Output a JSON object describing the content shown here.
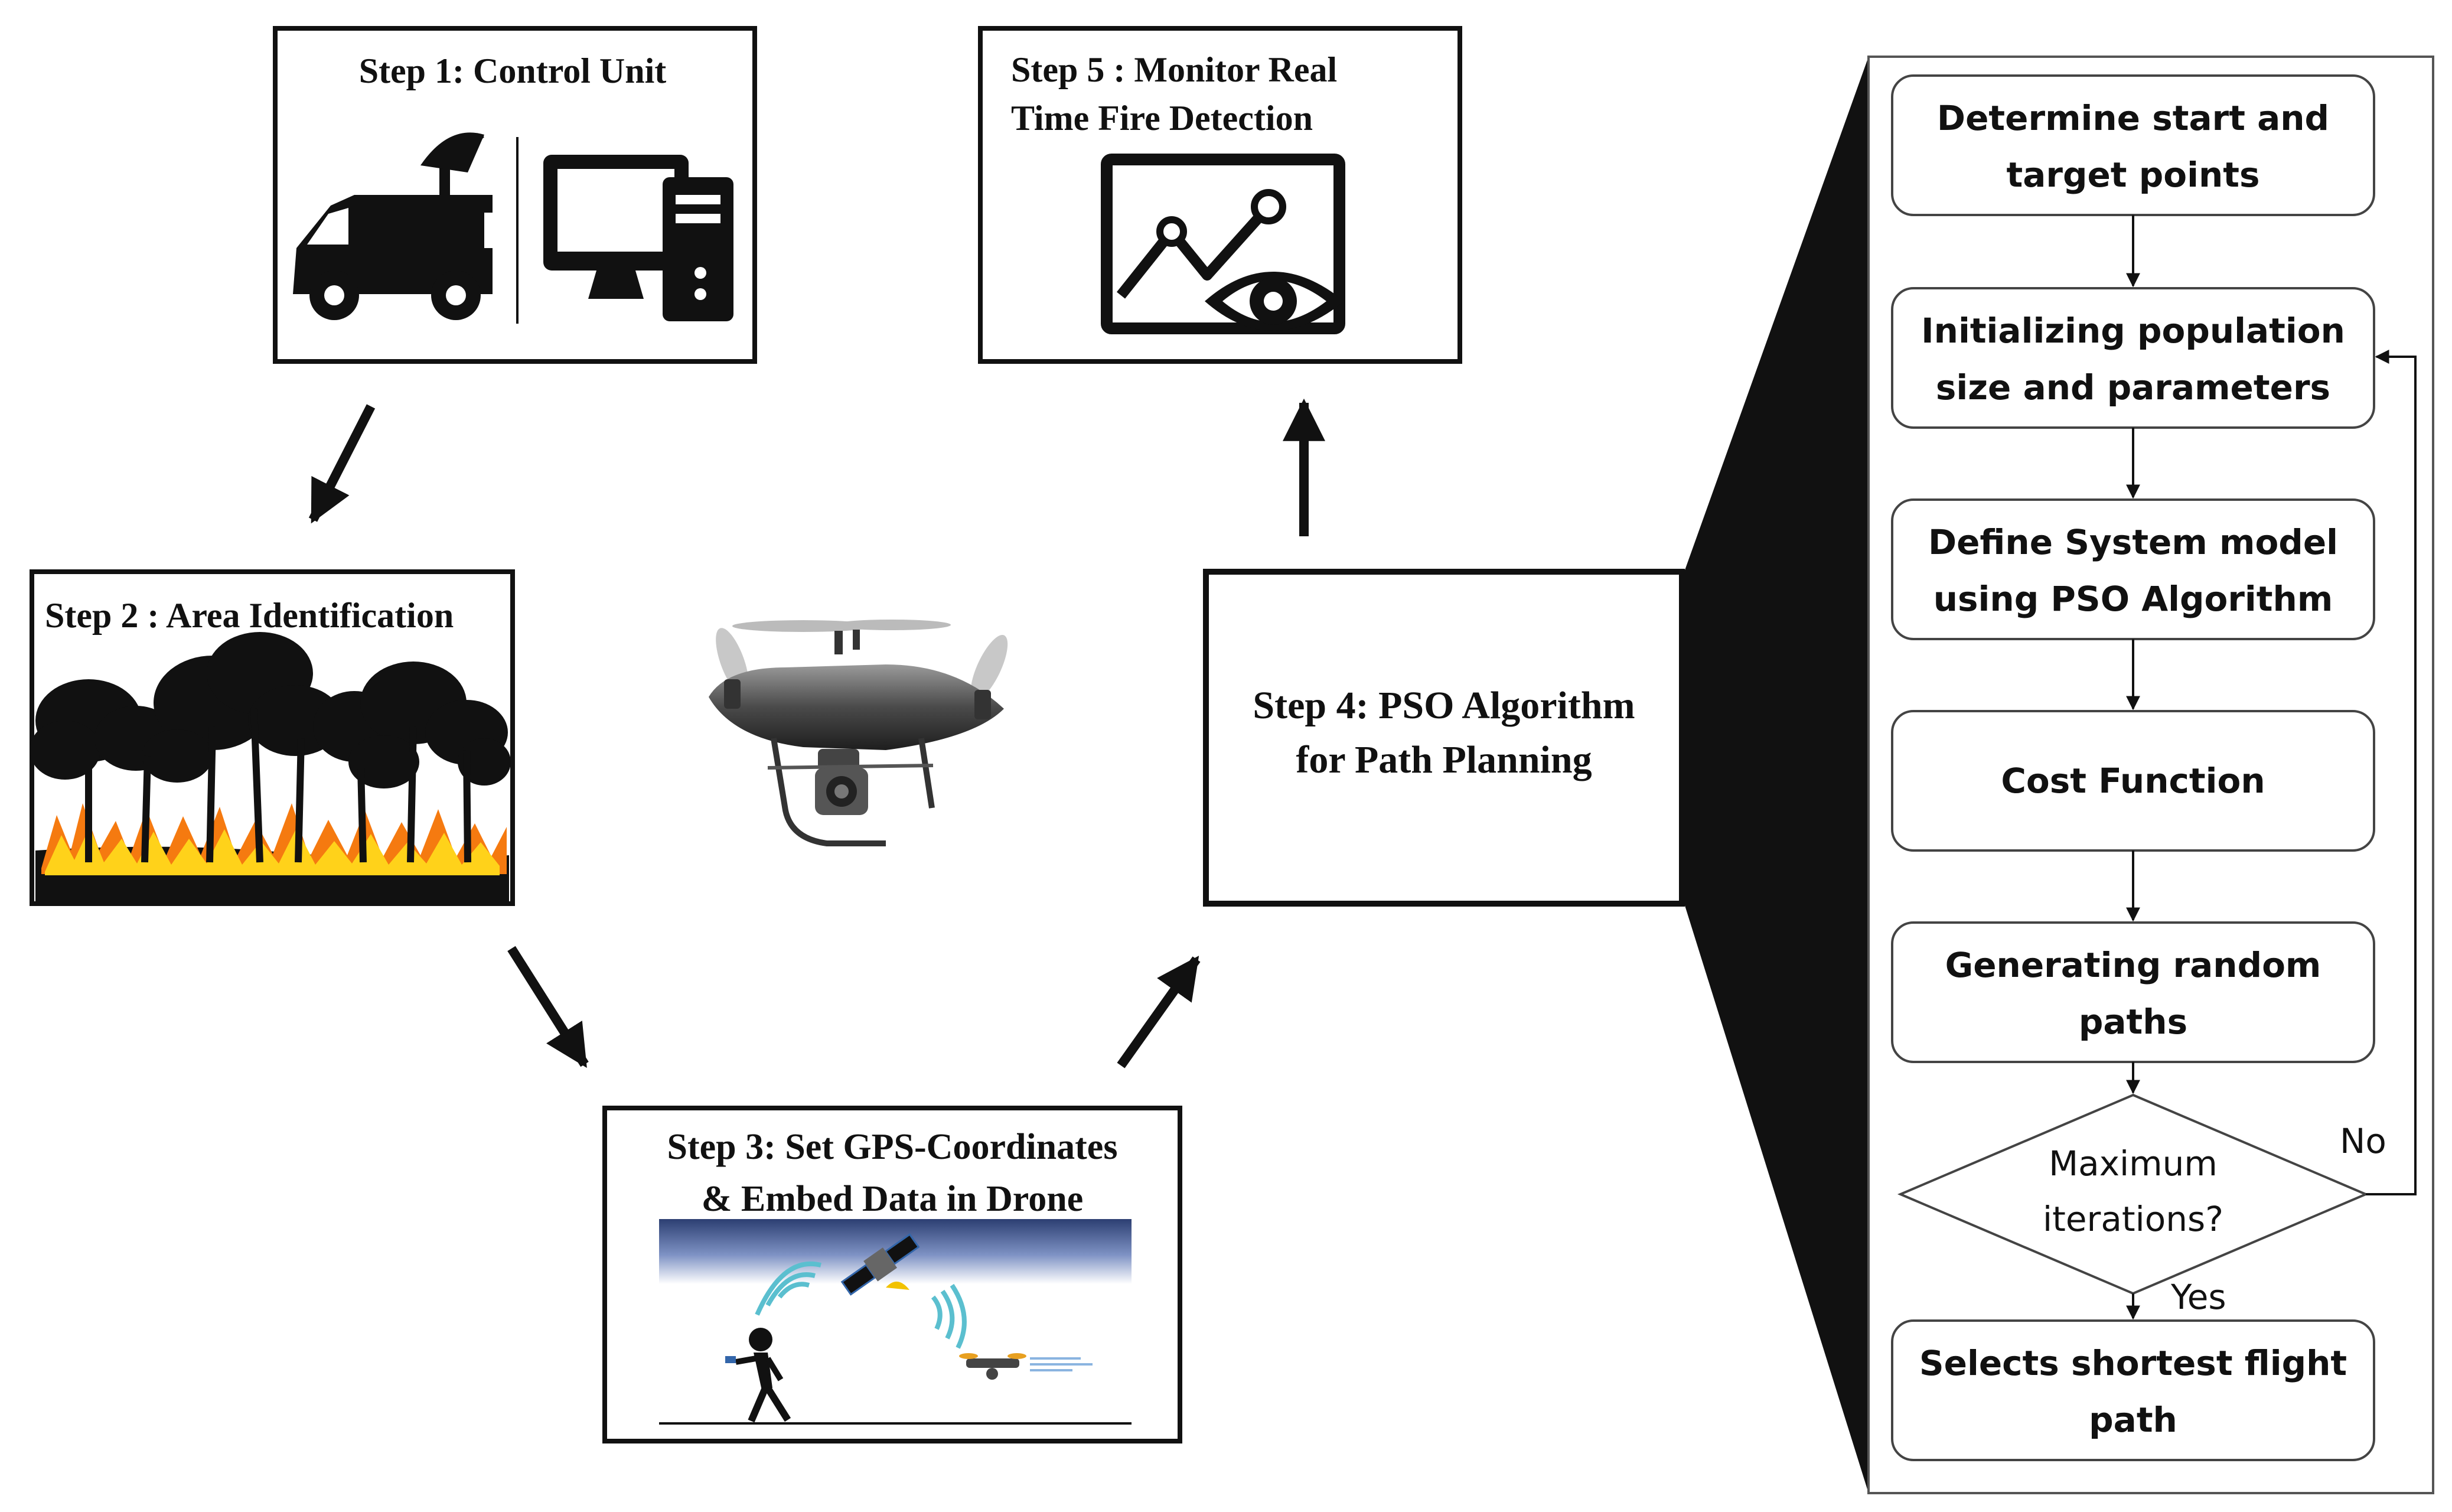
{
  "steps": {
    "step1": {
      "title": "Step 1: Control Unit"
    },
    "step2": {
      "title": "Step 2 : Area Identification"
    },
    "step3": {
      "line1": "Step 3: Set GPS-Coordinates",
      "line2": "& Embed Data in Drone"
    },
    "step4": {
      "line1": "Step 4: PSO Algorithm",
      "line2": "for Path Planning"
    },
    "step5": {
      "line1": "Step 5 : Monitor Real",
      "line2": "Time Fire Detection"
    }
  },
  "flowchart": {
    "boxes": [
      {
        "line1": "Determine start and",
        "line2": "target points"
      },
      {
        "line1": "Initializing population",
        "line2": "size and parameters"
      },
      {
        "line1": "Define System model",
        "line2": "using PSO Algorithm"
      },
      {
        "line1": "Cost Function"
      },
      {
        "line1": "Generating random",
        "line2": "paths"
      }
    ],
    "decision": {
      "line1": "Maximum",
      "line2": "iterations?"
    },
    "no_label": "No",
    "yes_label": "Yes",
    "final": {
      "line1": "Selects shortest flight",
      "line2": "path"
    }
  },
  "icons": {
    "step1": [
      "truck-satellite-icon",
      "desktop-computer-icon"
    ],
    "step2": "forest-fire-illustration",
    "center": "quadcopter-drone-image",
    "step3": [
      "satellite-icon",
      "walking-person-icon",
      "mini-drone-icon",
      "signal-waves-icon"
    ],
    "step5": "monitor-chart-eye-icon"
  }
}
